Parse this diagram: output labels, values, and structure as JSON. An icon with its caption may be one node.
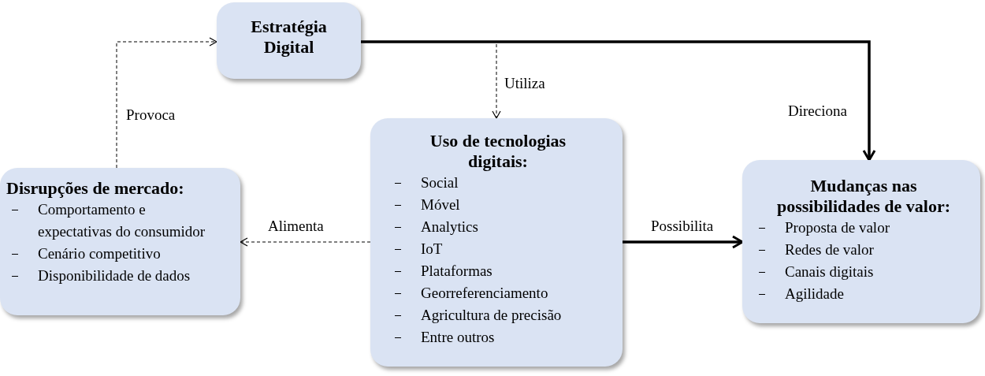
{
  "diagram": {
    "nodes": [
      {
        "text": [
          "Estratégia Digital"
        ]
      },
      {
        "text": [
          "Uso de tecnologias digitais:",
          "Social",
          "Móvel",
          "Analytics",
          "IoT",
          "Plataformas",
          "Georreferenciamento",
          "Agricultura de precisão",
          "Entre outros"
        ]
      },
      {
        "text": [
          "Disrupções de mercado:",
          "Comportamento e expectativas do consumidor",
          "Cenário competitivo",
          "Disponibilidade de dados"
        ]
      },
      {
        "text": [
          "Mudanças nas possibilidades de valor:",
          "Proposta de valor",
          "Redes de valor",
          "Canais digitais",
          "Agilidade"
        ]
      }
    ],
    "edges": [
      {
        "from": 2,
        "to": 0,
        "arrow": "to",
        "label": "Provoca",
        "style": "dashed"
      },
      {
        "from": 0,
        "to": 1,
        "arrow": "to",
        "label": "Utiliza",
        "style": "dashed"
      },
      {
        "from": 0,
        "to": 3,
        "arrow": "to",
        "label": "Direciona",
        "style": "thick"
      },
      {
        "from": 1,
        "to": 2,
        "arrow": "to",
        "label": "Alimenta",
        "style": "dashed"
      },
      {
        "from": 1,
        "to": 3,
        "arrow": "to",
        "label": "Possibilita",
        "style": "thick"
      }
    ]
  }
}
